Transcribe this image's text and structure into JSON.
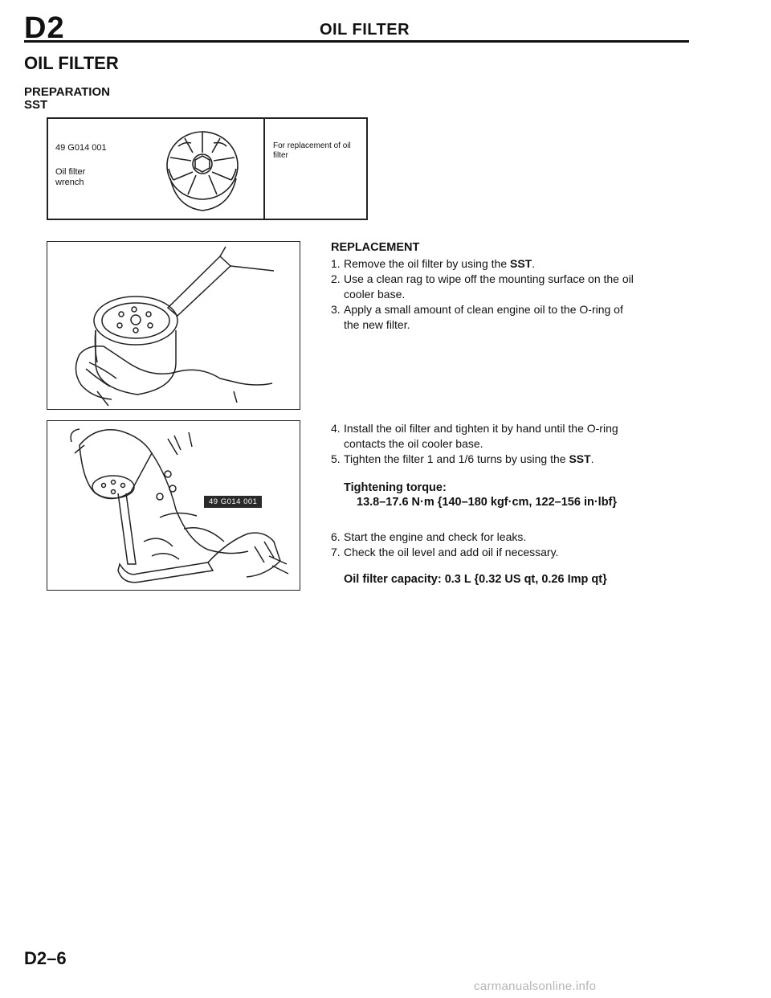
{
  "header": {
    "section_code": "D2",
    "title": "OIL FILTER"
  },
  "page_title": "OIL FILTER",
  "preparation": {
    "heading": "PREPARATION",
    "sst_heading": "SST",
    "tool": {
      "part_number": "49 G014 001",
      "name": "Oil filter wrench",
      "usage": "For replacement of oil filter",
      "icon": "oil-filter-wrench-icon"
    }
  },
  "replacement": {
    "heading": "REPLACEMENT",
    "steps": [
      {
        "num": "1.",
        "text": "Remove the oil filter by using the ",
        "strong": "SST",
        "tail": "."
      },
      {
        "num": "2.",
        "text": "Use a clean rag to wipe off the mounting surface on the oil",
        "cont": "cooler base."
      },
      {
        "num": "3.",
        "text": "Apply a small amount of clean engine oil to the O-ring of",
        "cont": "the new filter."
      },
      {
        "num": "4.",
        "text": "Install the oil filter and tighten it by hand until the O-ring",
        "cont": "contacts the oil cooler base."
      },
      {
        "num": "5.",
        "text": "Tighten the filter 1 and 1/6 turns by using the ",
        "strong": "SST",
        "tail": "."
      },
      {
        "num": "6.",
        "text": "Start the engine and check for leaks."
      },
      {
        "num": "7.",
        "text": "Check the oil level and add oil if necessary."
      }
    ],
    "torque_label": "Tightening torque:",
    "torque_value": "13.8–17.6 N·m {140–180 kgf·cm, 122–156 in·lbf}",
    "capacity_note": "Oil filter capacity: 0.3 L {0.32 US qt, 0.26 Imp qt}"
  },
  "figures": {
    "sst_callout": "49 G014 001"
  },
  "footer": {
    "page_number": "D2–6",
    "watermark": "carmanualsonline.info"
  }
}
